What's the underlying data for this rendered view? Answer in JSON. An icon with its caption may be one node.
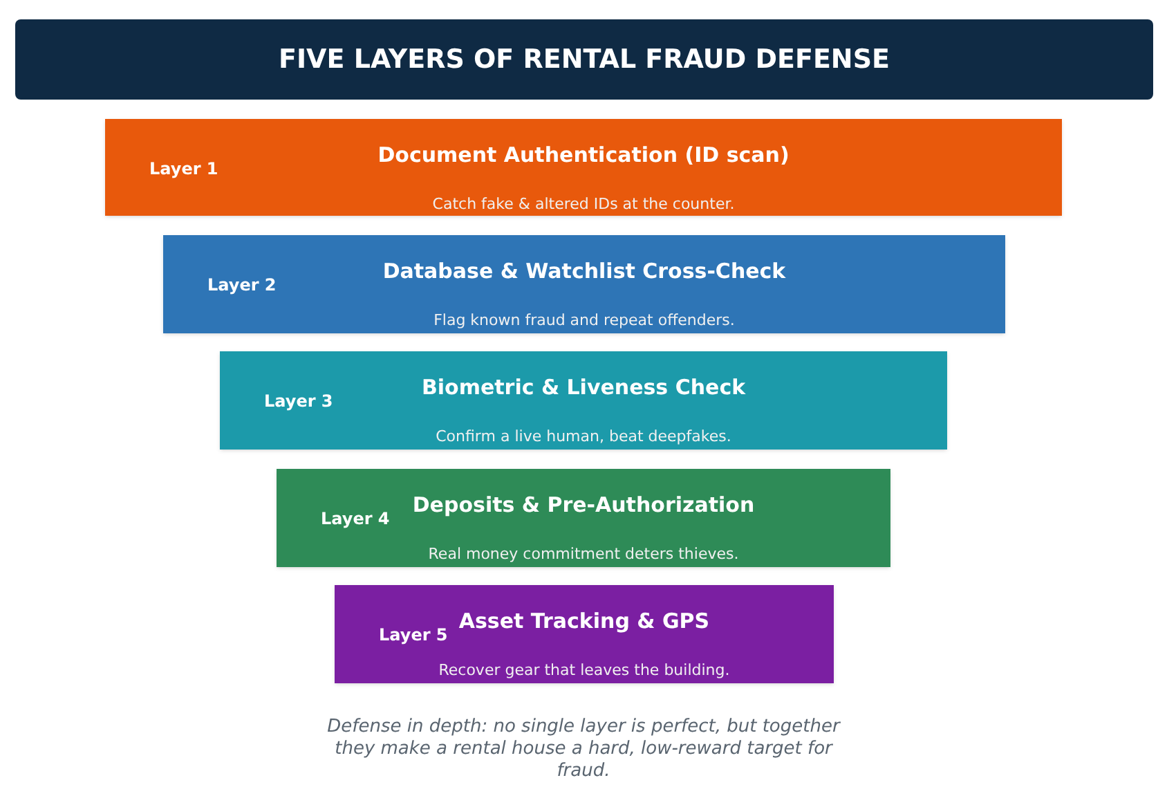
{
  "diagram": {
    "title": "FIVE LAYERS OF RENTAL FRAUD DEFENSE",
    "nodes": [
      {
        "text": [
          "Layer 1",
          "Document Authentication (ID scan)",
          "Catch fake & altered IDs at the counter."
        ]
      },
      {
        "text": [
          "Layer 2",
          "Database & Watchlist Cross-Check",
          "Flag known fraud and repeat offenders."
        ]
      },
      {
        "text": [
          "Layer 3",
          "Biometric & Liveness Check",
          "Confirm a live human, beat deepfakes."
        ]
      },
      {
        "text": [
          "Layer 4",
          "Deposits & Pre-Authorization",
          "Real money commitment deters thieves."
        ]
      },
      {
        "text": [
          "Layer 5",
          "Asset Tracking & GPS",
          "Recover gear that leaves the building."
        ]
      }
    ],
    "caption": "Defense in depth: no single layer is perfect, but together they make a rental house a hard, low-reward target for fraud."
  }
}
